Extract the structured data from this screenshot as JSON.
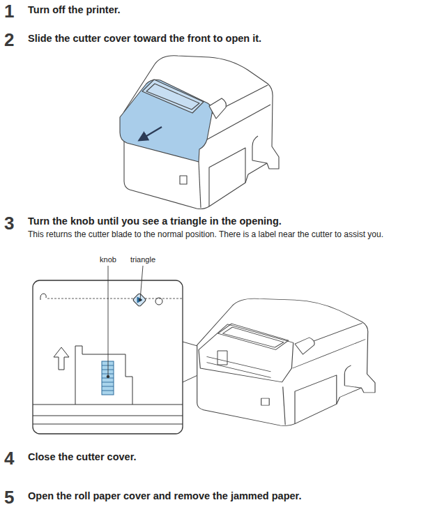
{
  "diagram": {
    "labels": [
      "1",
      "Turn off the printer.",
      "2",
      "Slide the cutter cover toward the front to open it.",
      "3",
      "Turn the knob until you see a triangle in the opening.",
      "This returns the cutter blade to the normal position. There is a label near the cutter to assist you.",
      "knob",
      "triangle",
      "4",
      "Close the cutter cover.",
      "5",
      "Open the roll paper cover and remove the jammed paper."
    ]
  }
}
